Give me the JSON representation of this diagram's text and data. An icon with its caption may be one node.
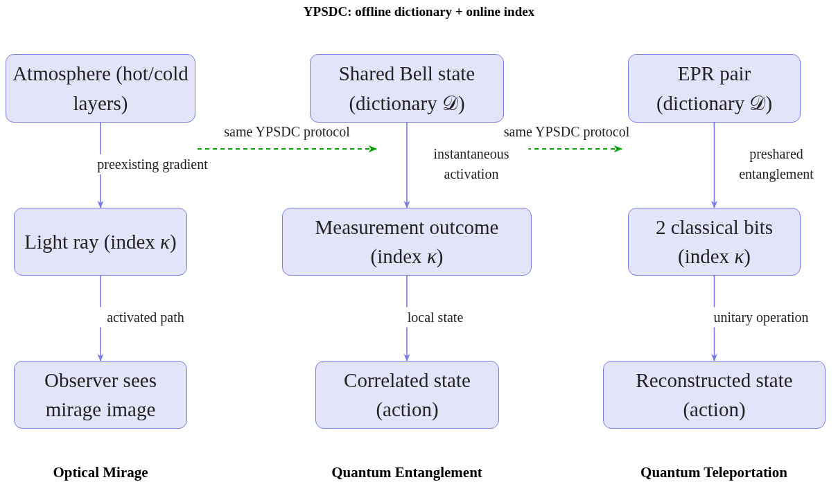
{
  "diagram": {
    "title": "YPSDC: offline dictionary + online index",
    "nodes": [
      {
        "text": [
          "Atmosphere (hot/cold layers)"
        ]
      },
      {
        "text": [
          "Light ray (index *κ*)"
        ]
      },
      {
        "text": [
          "Observer sees mirage image"
        ]
      },
      {
        "text": [
          "Shared Bell state (dictionary 𝒟)"
        ]
      },
      {
        "text": [
          "Measurement outcome (index *κ*)"
        ]
      },
      {
        "text": [
          "Correlated state (action)"
        ]
      },
      {
        "text": [
          "EPR pair (dictionary 𝒟)"
        ]
      },
      {
        "text": [
          "2 classical bits (index *κ*)"
        ]
      },
      {
        "text": [
          "Reconstructed state (action)"
        ]
      }
    ],
    "edges": [
      {
        "from": 0,
        "to": 1,
        "arrow": "to",
        "label": "preexisting gradient"
      },
      {
        "from": 1,
        "to": 2,
        "arrow": "to",
        "label": "activated path"
      },
      {
        "from": 3,
        "to": 4,
        "arrow": "to",
        "label": "instantaneous activation"
      },
      {
        "from": 4,
        "to": 5,
        "arrow": "to",
        "label": "local state"
      },
      {
        "from": 6,
        "to": 7,
        "arrow": "to",
        "label": "preshared entanglement"
      },
      {
        "from": 7,
        "to": 8,
        "arrow": "to",
        "label": "unitary operation"
      }
    ],
    "labels": [
      "same YPSDC protocol",
      "same YPSDC protocol",
      "Optical Mirage",
      "Quantum Entanglement",
      "Quantum Teleportation"
    ]
  }
}
